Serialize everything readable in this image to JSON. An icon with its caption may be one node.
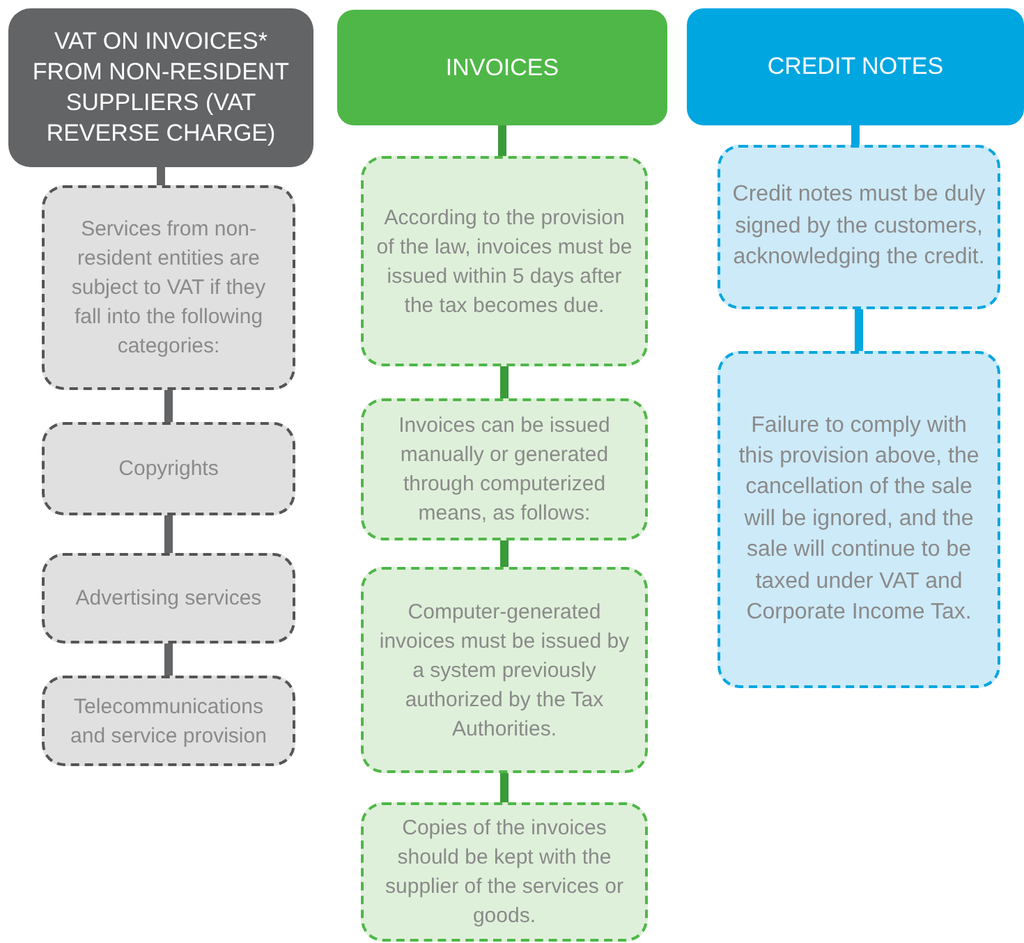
{
  "diagram": {
    "nodes": [
      {
        "text": [
          "VAT ON INVOICES* FROM NON-RESIDENT SUPPLIERS (VAT REVERSE CHARGE)"
        ]
      },
      {
        "text": [
          "Services from non-resident entities are subject to VAT if they fall into the following categories:"
        ]
      },
      {
        "text": [
          "Copyrights"
        ]
      },
      {
        "text": [
          "Advertising services"
        ]
      },
      {
        "text": [
          "Telecommunications and service provision"
        ]
      },
      {
        "text": [
          "INVOICES"
        ]
      },
      {
        "text": [
          "According to the provision of the law, invoices must be issued within 5 days after the tax becomes due."
        ]
      },
      {
        "text": [
          "Invoices can be issued manually or generated through computerized means, as follows:"
        ]
      },
      {
        "text": [
          "Computer-generated invoices must be issued by a system previously authorized by the Tax Authorities."
        ]
      },
      {
        "text": [
          "Copies of the invoices should be kept with the supplier of the services or goods."
        ]
      },
      {
        "text": [
          "CREDIT NOTES"
        ]
      },
      {
        "text": [
          "Credit notes must be duly signed by the customers, acknowledging the credit."
        ]
      },
      {
        "text": [
          "Failure to comply with this provision above, the cancellation of the sale will be ignored, and the sale will continue to be taxed under VAT and Corporate Income Tax."
        ]
      }
    ],
    "edges": [
      {
        "from": 0,
        "to": 1,
        "arrow": "none",
        "color": "#636466"
      },
      {
        "from": 1,
        "to": 2,
        "arrow": "none",
        "color": "#636466"
      },
      {
        "from": 2,
        "to": 3,
        "arrow": "none",
        "color": "#636466"
      },
      {
        "from": 3,
        "to": 4,
        "arrow": "none",
        "color": "#636466"
      },
      {
        "from": 5,
        "to": 6,
        "arrow": "none"
      },
      {
        "from": 6,
        "to": 7,
        "arrow": "none"
      },
      {
        "from": 7,
        "to": 8,
        "arrow": "none"
      },
      {
        "from": 8,
        "to": 9,
        "arrow": "none"
      },
      {
        "from": 10,
        "to": 11,
        "arrow": "none",
        "color": "#00a6e0"
      },
      {
        "from": 11,
        "to": 12,
        "arrow": "none",
        "color": "#00a6e0"
      }
    ]
  }
}
